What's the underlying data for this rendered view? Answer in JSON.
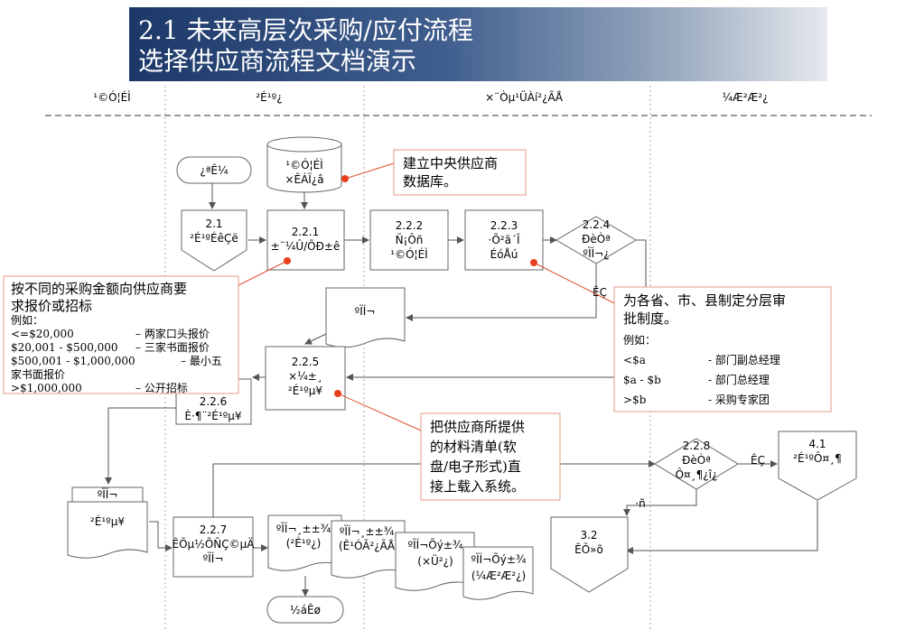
{
  "title": {
    "line1": "2.1 未来高层次采购/应付流程",
    "line2": "选择供应商流程文档演示"
  },
  "lanes": [
    "¹©Ó¦ÉÌ",
    "²É¹º¿",
    "×¨Òµ¹ÜÀí²¿ÃÅ",
    "¼Æ²Æ²¿"
  ],
  "nodes": {
    "start": "¿ªÊ¼",
    "db": [
      "¹©Ó¦ÉÌ",
      "×ÊÁÏ¿â"
    ],
    "n21": [
      "2.1",
      "²É¹ºÉêÇë"
    ],
    "n221": [
      "2.2.1",
      "±¨¼Û/ÕÐ±ê"
    ],
    "n222": [
      "2.2.2",
      "Ñ¡Ôñ",
      "¹©Ó¦ÉÌ"
    ],
    "n223": [
      "2.2.3",
      "·Õ²ã´Î",
      "ÉóÅú"
    ],
    "n224": [
      "2.2.4",
      "ÐèÒª",
      "ºÏÍ¬¿"
    ],
    "shi_1": "ÊÇ",
    "doc_hetong": "ºÏÍ¬",
    "n225": [
      "2.2.5",
      "×¼±¸",
      "²É¹ºµ¥"
    ],
    "n226": [
      "2.2.6",
      "È·¶¨²É¹ºµ¥"
    ],
    "doc_htong2": "ºÏÍ¬",
    "doc_cgd": "²É¹ºµ¥",
    "n227": [
      "2.2.7",
      "ÊÕµ½ÕÑÇ©µÄ",
      "ºÏÍ¬"
    ],
    "doc_a": [
      "ºÏÍ¬¸±±¾",
      "(²É¹º¿)"
    ],
    "doc_b": [
      "ºÏÍ¬¸±±¾",
      "(Ê¹ÓÃ²¿ÃÅ"
    ],
    "doc_c": [
      "ºÏÍ¬Õý±¾",
      "(×Ü²¿)"
    ],
    "doc_d": [
      "ºÏÍ¬Õý±¾",
      "(¼Æ²Æ²¿)"
    ],
    "end": "½áÊø",
    "n228": [
      "2.2.8",
      "ÐèÒª",
      "Ô¤¸¶¿î¿"
    ],
    "shi_2": "ÊÇ",
    "fou": "·ñ",
    "n41": [
      "4.1",
      "²É¹ºÔ¤¸¶"
    ],
    "n32": [
      "3.2",
      "ÊÕ»õ"
    ]
  },
  "callouts": {
    "db_note": [
      "建立中央供应商",
      "数据库。"
    ],
    "bid_note": {
      "head": [
        "按不同的采购金额向供应商要",
        "求报价或招标"
      ],
      "example": "例如：",
      "rows": [
        [
          "<=$20,000",
          "– 两家口头报价"
        ],
        [
          "$20,001 - $500,000",
          "– 三家书面报价"
        ],
        [
          "$500,001 - $1,000,000",
          "– 最小五"
        ],
        [
          "家书面报价",
          ""
        ],
        [
          ">$1,000,000",
          "– 公开招标"
        ]
      ]
    },
    "approval_note": {
      "head": [
        "为各省、市、县制定分层审",
        "批制度。"
      ],
      "example": "例如：",
      "rows": [
        [
          "<$a",
          "- 部门副总经理"
        ],
        [
          "$a - $b",
          "- 部门总经理"
        ],
        [
          ">$b",
          "- 采购专家团"
        ]
      ]
    },
    "material_note": [
      "把供应商所提供",
      "的材料清单(软",
      "盘/电子形式)直",
      "接上载入系统。"
    ]
  }
}
